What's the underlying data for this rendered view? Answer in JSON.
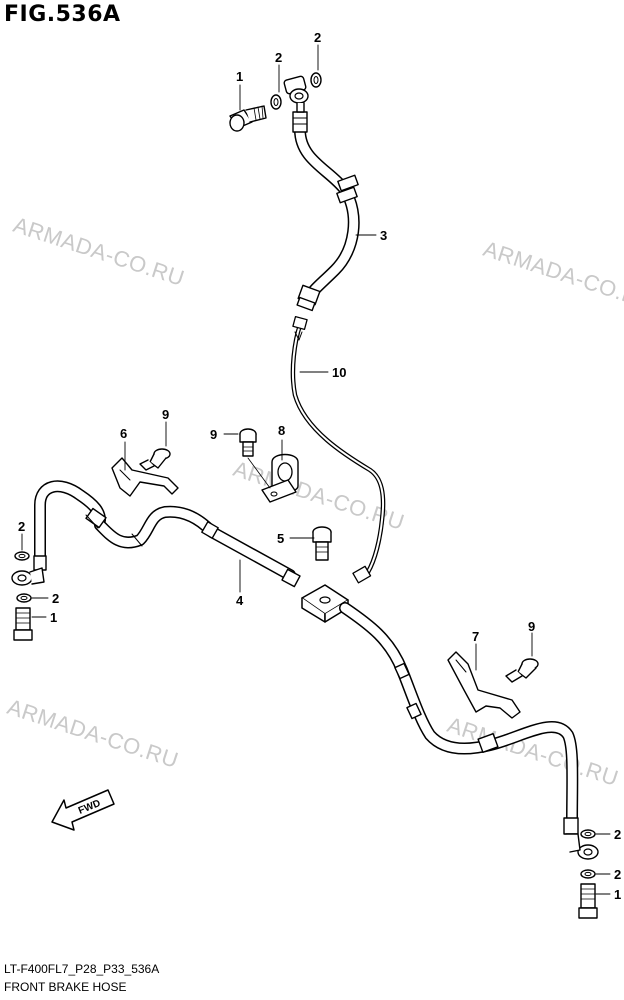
{
  "header": {
    "figure_title": "FIG.536A"
  },
  "footer": {
    "code": "LT-F400FL7_P28_P33_536A",
    "name": "FRONT BRAKE HOSE"
  },
  "watermark": "ARMADA-CO.RU",
  "fwd_label": "FWD",
  "callouts": {
    "c1_top": "1",
    "c2_top_a": "2",
    "c2_top_b": "2",
    "c3": "3",
    "c10": "10",
    "c6": "6",
    "c9_left": "9",
    "c9_mid": "9",
    "c8": "8",
    "c5": "5",
    "c4": "4",
    "c2_left_a": "2",
    "c2_left_b": "2",
    "c1_left": "1",
    "c7": "7",
    "c9_right": "9",
    "c2_right_a": "2",
    "c2_right_b": "2",
    "c1_right": "1"
  }
}
